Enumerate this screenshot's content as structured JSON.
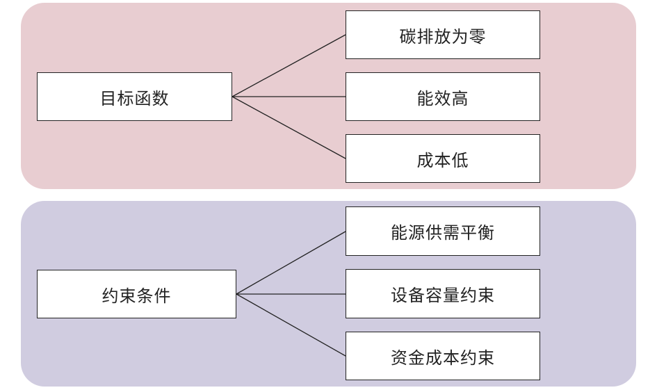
{
  "colors": {
    "objective_panel": "#e8cdd1",
    "constraint_panel": "#d0cce0",
    "box_border": "#222222",
    "box_fill": "#ffffff"
  },
  "objective": {
    "label": "目标函数",
    "items": [
      "碳排放为零",
      "能效高",
      "成本低"
    ]
  },
  "constraints": {
    "label": "约束条件",
    "items": [
      "能源供需平衡",
      "设备容量约束",
      "资金成本约束"
    ]
  }
}
